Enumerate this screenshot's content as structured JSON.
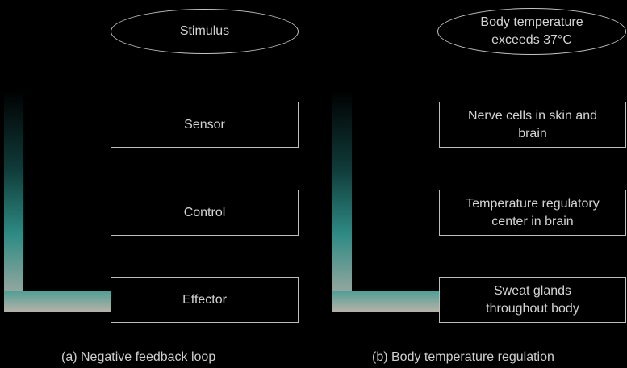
{
  "panel_a": {
    "stimulus": "Stimulus",
    "sensor": "Sensor",
    "control": "Control",
    "effector": "Effector",
    "caption": "(a) Negative feedback loop"
  },
  "panel_b": {
    "stimulus": "Body temperature exceeds 37°C",
    "sensor": "Nerve cells in skin and brain",
    "control": "Temperature regulatory center in brain",
    "effector": "Sweat glands throughout body",
    "caption": "(b) Body temperature regulation"
  },
  "colors": {
    "background": "#000000",
    "loop_top": "#000000",
    "loop_mid": "#2e8b84",
    "loop_bottom": "#b7b1a8",
    "connector": "#2f8f87",
    "text": "#d4d4d4"
  }
}
